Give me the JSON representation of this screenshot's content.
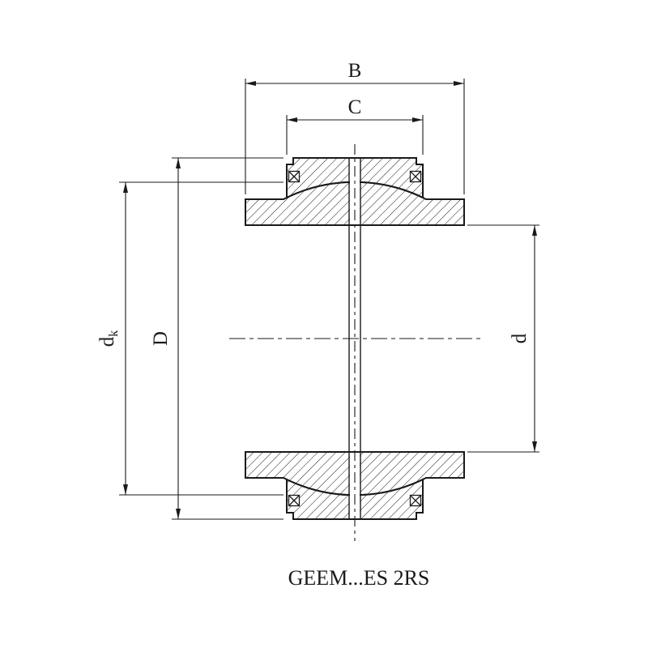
{
  "drawing": {
    "caption": "GEEM...ES 2RS",
    "labels": {
      "width_total": "B",
      "outer_ring_width": "C",
      "outer_diameter": "D",
      "bore_diameter": "d",
      "sphere_diameter_base": "d",
      "sphere_diameter_sub": "k"
    },
    "colors": {
      "line": "#1a1a1a",
      "background": "#ffffff"
    }
  }
}
